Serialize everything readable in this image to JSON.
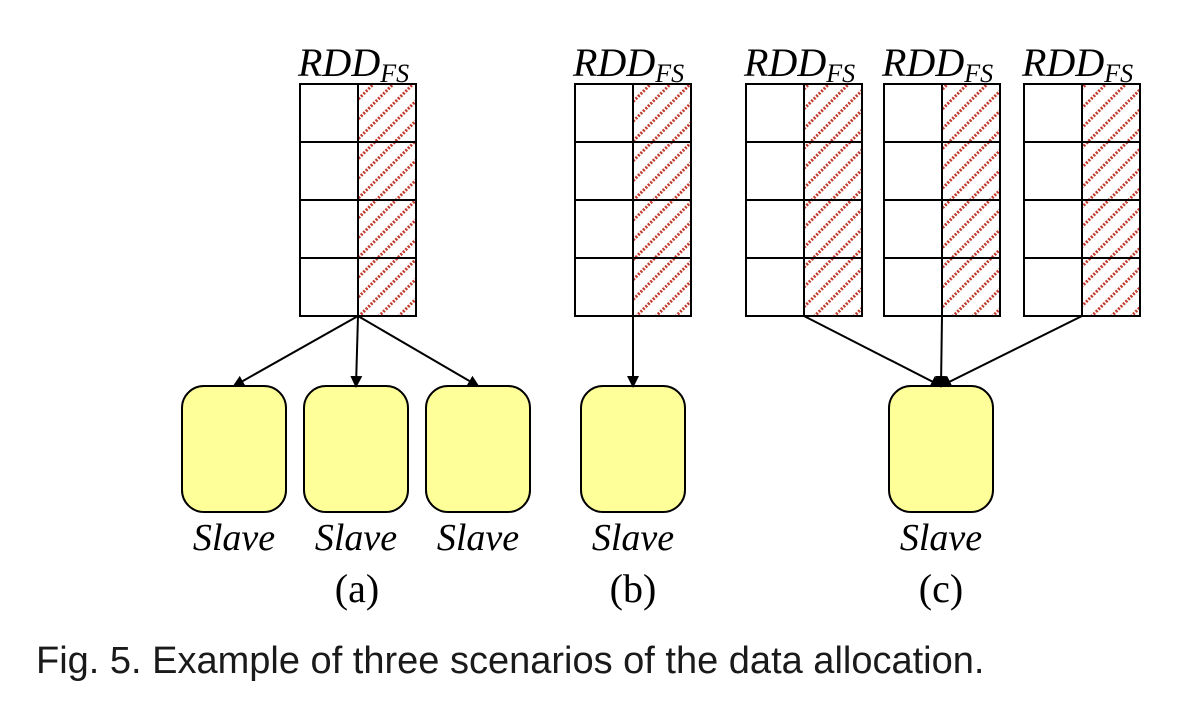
{
  "colors": {
    "slave_fill": "#ffff99",
    "hatch_line": "#c0392b",
    "hatch_bg": "#ffffff",
    "caption_text": "#1a1a1a"
  },
  "rdd": {
    "label_main": "RDD",
    "label_sub": "FS",
    "rows": 4
  },
  "slave_label": "Slave",
  "panels": [
    {
      "label": "(a)",
      "rdd_count": 1,
      "slave_count": 3
    },
    {
      "label": "(b)",
      "rdd_count": 1,
      "slave_count": 1
    },
    {
      "label": "(c)",
      "rdd_count": 3,
      "slave_count": 1
    }
  ],
  "caption": "Fig. 5. Example of three scenarios of the data allocation."
}
